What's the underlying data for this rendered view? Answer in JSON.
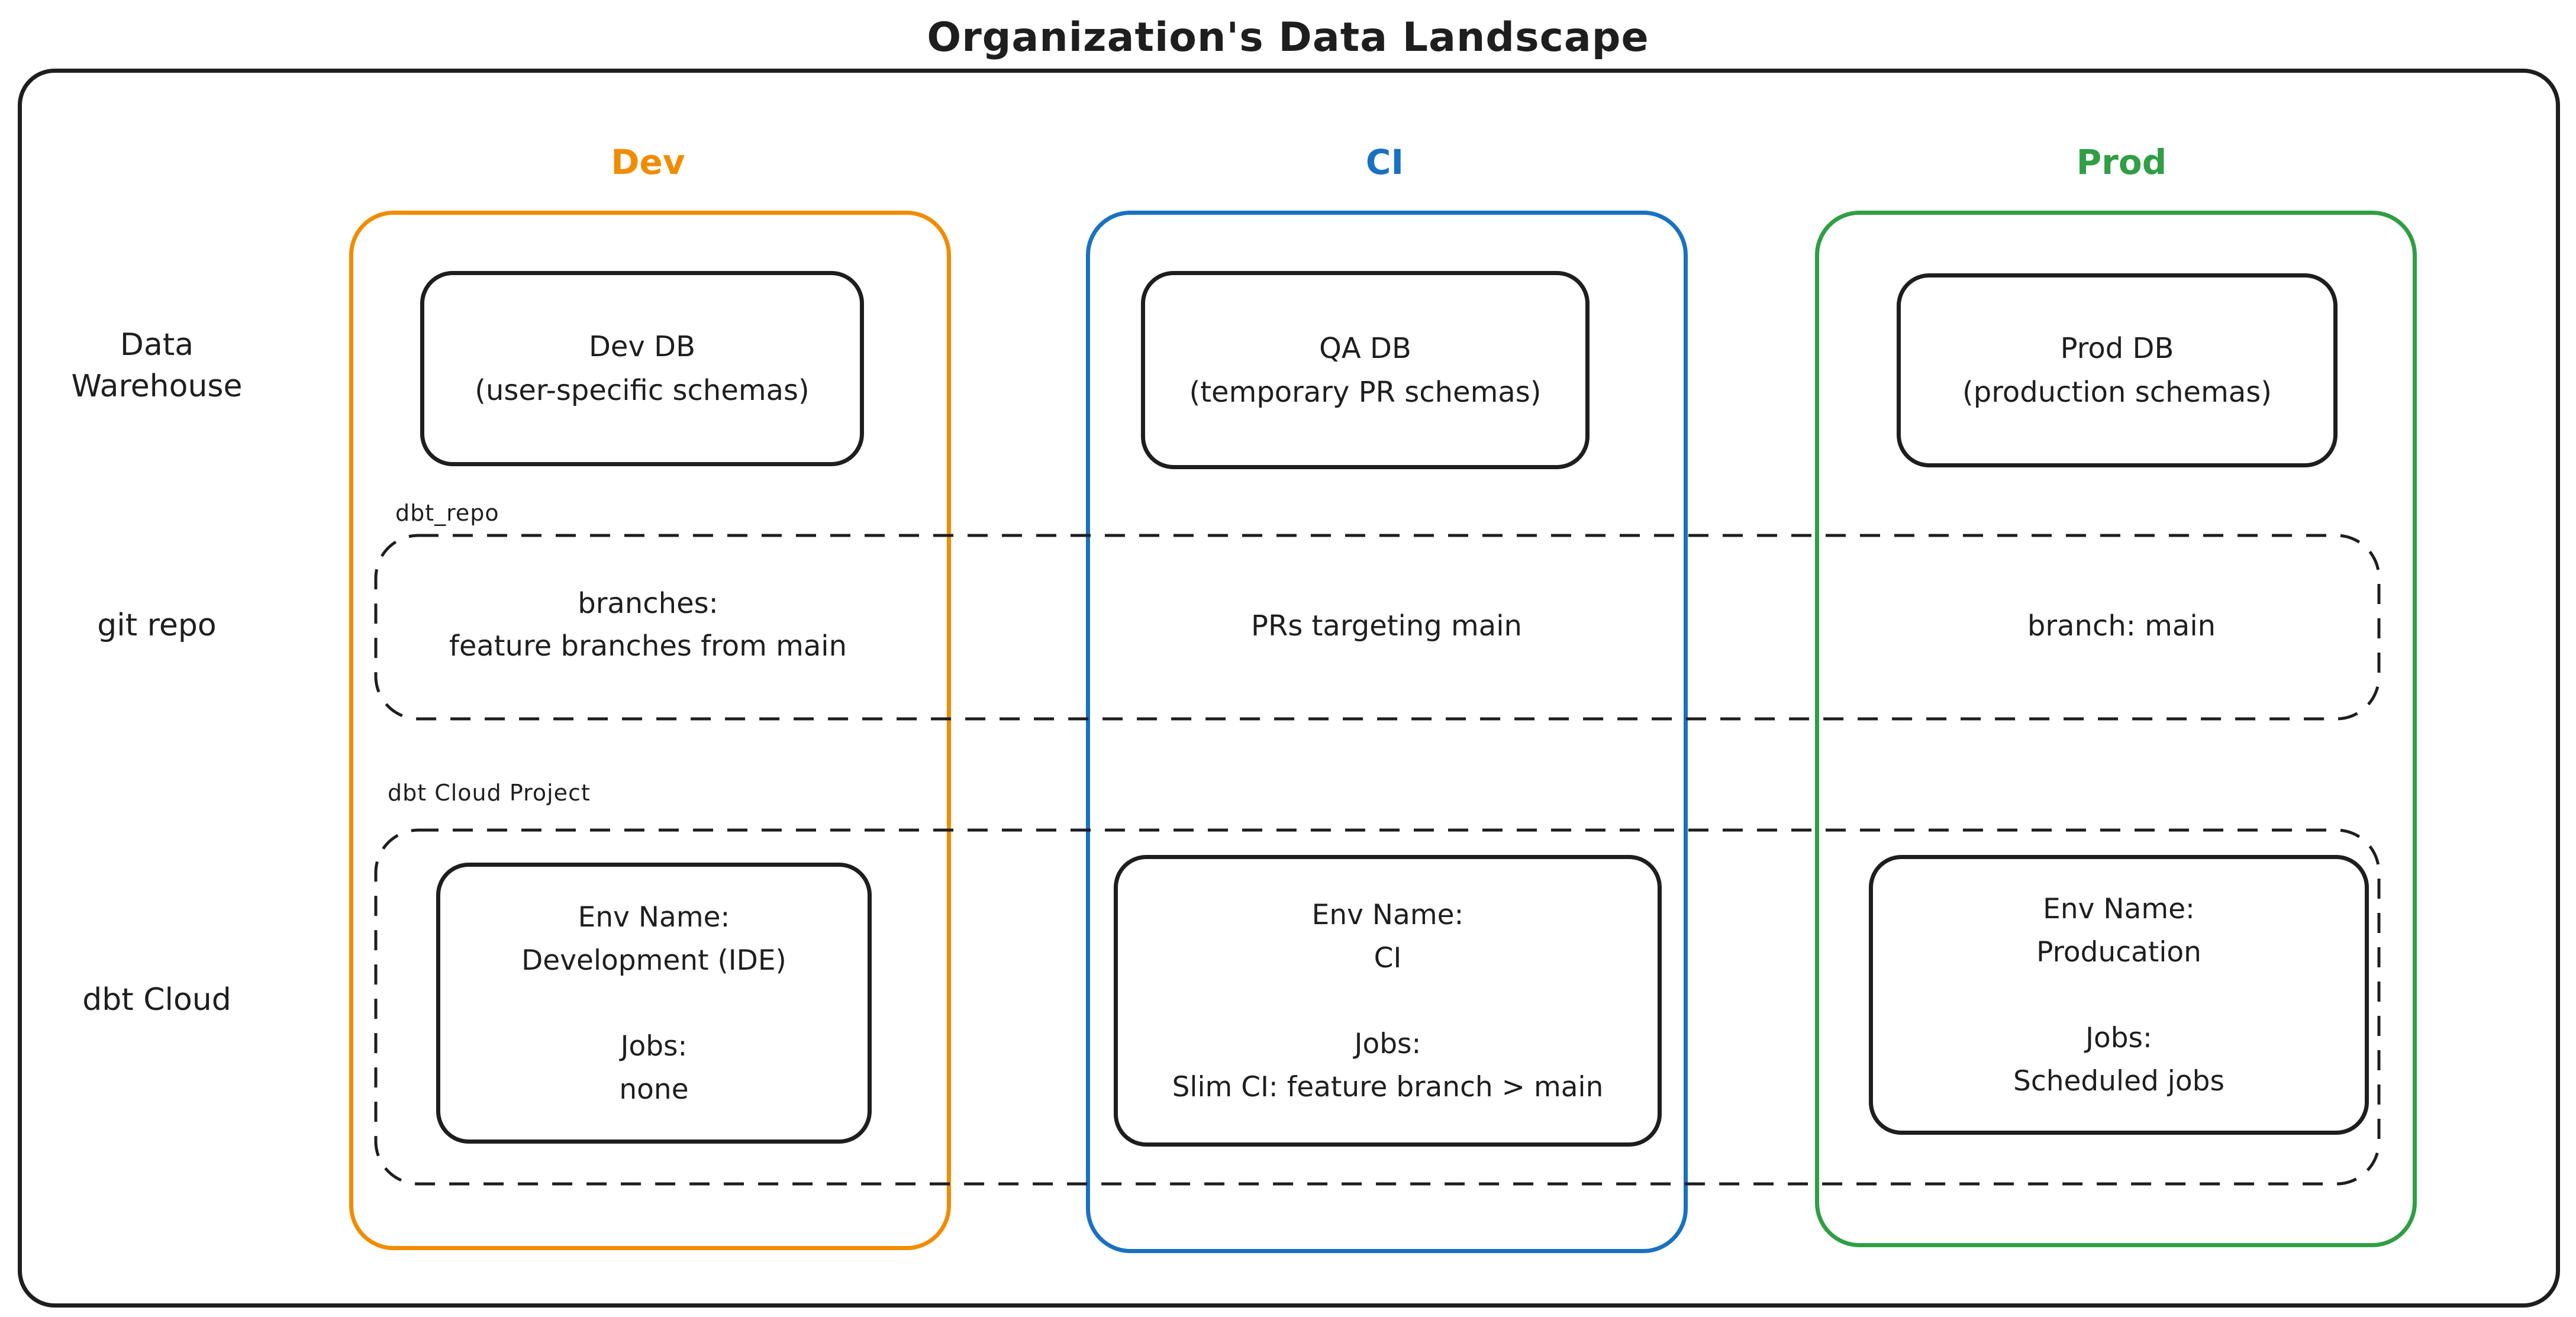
{
  "title": "Organization's Data Landscape",
  "columns": [
    {
      "label": "Dev",
      "color": "#f08c00"
    },
    {
      "label": "CI",
      "color": "#1971c2"
    },
    {
      "label": "Prod",
      "color": "#2f9e44"
    }
  ],
  "rows": [
    {
      "label": "Data Warehouse"
    },
    {
      "label": "git repo"
    },
    {
      "label": "dbt Cloud"
    }
  ],
  "data_warehouse": {
    "dev": {
      "title": "Dev DB",
      "subtitle": "(user-specific schemas)"
    },
    "ci": {
      "title": "QA DB",
      "subtitle": "(temporary PR schemas)"
    },
    "prod": {
      "title": "Prod DB",
      "subtitle": "(production schemas)"
    }
  },
  "git_repo": {
    "container_label": "dbt_repo",
    "dev_line1": "branches:",
    "dev_line2": "feature branches from main",
    "ci": "PRs targeting main",
    "prod": "branch: main"
  },
  "dbt_cloud": {
    "container_label": "dbt Cloud Project",
    "dev": {
      "env_label": "Env Name:",
      "env_name": "Development (IDE)",
      "jobs_label": "Jobs:",
      "jobs": "none"
    },
    "ci": {
      "env_label": "Env Name:",
      "env_name": "CI",
      "jobs_label": "Jobs:",
      "jobs": "Slim CI: feature branch > main"
    },
    "prod": {
      "env_label": "Env Name:",
      "env_name": "Producation",
      "jobs_label": "Jobs:",
      "jobs": "Scheduled jobs"
    }
  },
  "stroke_colors": {
    "ink": "#1e1e1e",
    "dev": "#f08c00",
    "ci": "#1971c2",
    "prod": "#2f9e44"
  }
}
